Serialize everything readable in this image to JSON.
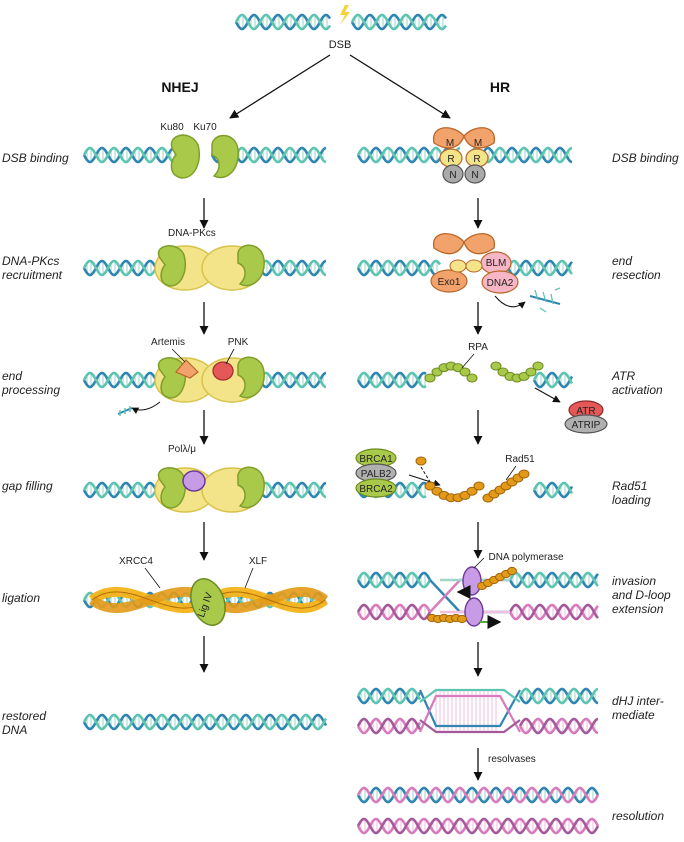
{
  "top": {
    "dsb_label": "DSB"
  },
  "nhej": {
    "title": "NHEJ",
    "steps": [
      "DSB binding",
      "DNA-PKcs recruitment",
      "end processing",
      "gap filling",
      "ligation",
      "restored DNA"
    ],
    "proteins": {
      "ku80": "Ku80",
      "ku70": "Ku70",
      "dnapkcs": "DNA-PKcs",
      "artemis": "Artemis",
      "pnk": "PNK",
      "pol": "Polλ/μ",
      "xrcc4": "XRCC4",
      "xlf": "XLF",
      "lig4": "Lig IV"
    }
  },
  "hr": {
    "title": "HR",
    "steps": [
      "DSB binding",
      "end resection",
      "ATR activation",
      "Rad51 loading",
      "invasion and D-loop extension",
      "dHJ inter-mediate",
      "resolution"
    ],
    "proteins": {
      "m": "M",
      "r": "R",
      "n": "N",
      "blm": "BLM",
      "exo1": "Exo1",
      "dna2": "DNA2",
      "rpa": "RPA",
      "atr": "ATR",
      "atrip": "ATRIP",
      "brca1": "BRCA1",
      "palb2": "PALB2",
      "brca2": "BRCA2",
      "rad51": "Rad51",
      "dnapol": "DNA polymerase",
      "resolvases": "resolvases"
    }
  },
  "colors": {
    "dna_blue": "#2f86b0",
    "dna_teal": "#5ec4b2",
    "dna_pink": "#d77bbd",
    "ku_green": "#a9c94a",
    "pkcs_yellow": "#f3e48a",
    "mrn_orange": "#f2a36b",
    "red": "#e45858",
    "grey": "#a9a9a9",
    "purple": "#b77fd8",
    "rad51_orange": "#e39a18"
  }
}
